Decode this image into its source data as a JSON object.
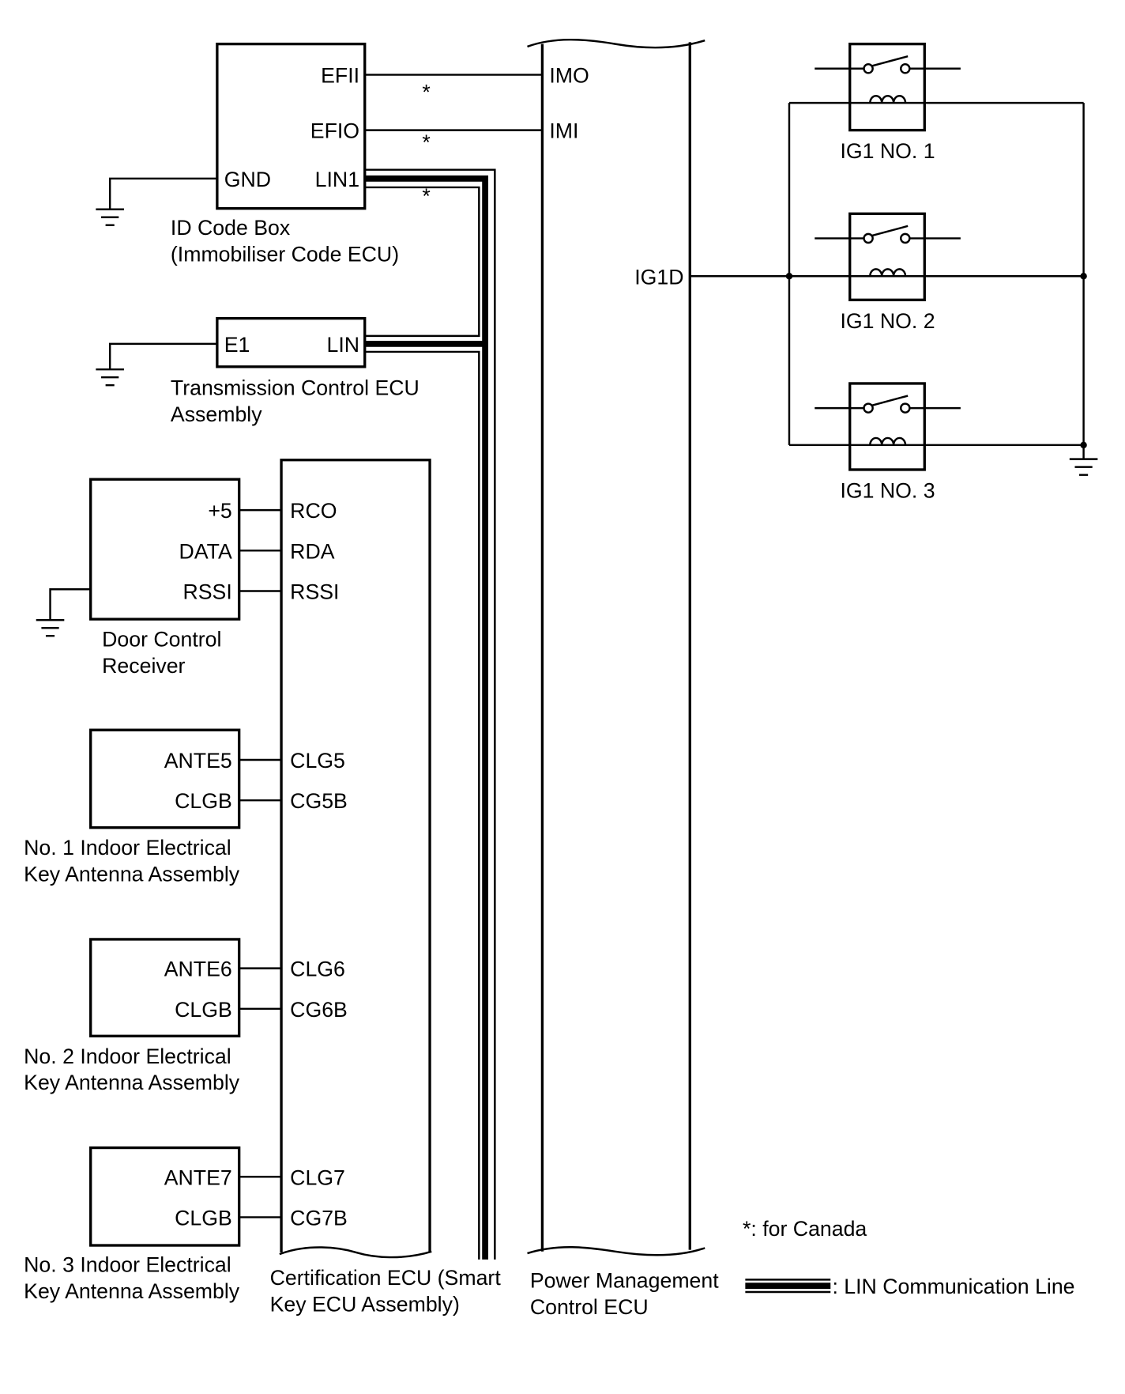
{
  "id_code_box": {
    "title": "ID Code Box",
    "subtitle": "(Immobiliser Code ECU)",
    "pins": {
      "efii": "EFII",
      "efio": "EFIO",
      "gnd": "GND",
      "lin1": "LIN1"
    }
  },
  "transmission_ecu": {
    "title_line1": "Transmission Control ECU",
    "title_line2": "Assembly",
    "pins": {
      "e1": "E1",
      "lin": "LIN"
    }
  },
  "power_management_ecu": {
    "title_line1": "Power Management",
    "title_line2": "Control ECU",
    "pins": {
      "imo": "IMO",
      "imi": "IMI",
      "ig1d": "IG1D"
    }
  },
  "relays": [
    {
      "label": "IG1 NO. 1"
    },
    {
      "label": "IG1 NO. 2"
    },
    {
      "label": "IG1 NO. 3"
    }
  ],
  "door_control_receiver": {
    "title_line1": "Door Control",
    "title_line2": "Receiver",
    "pins": {
      "plus5": "+5",
      "data": "DATA",
      "rssi": "RSSI"
    }
  },
  "certification_ecu": {
    "title_line1": "Certification ECU (Smart",
    "title_line2": "Key ECU Assembly)",
    "pins": {
      "rco": "RCO",
      "rda": "RDA",
      "rssi": "RSSI",
      "clg5": "CLG5",
      "cg5b": "CG5B",
      "clg6": "CLG6",
      "cg6b": "CG6B",
      "clg7": "CLG7",
      "cg7b": "CG7B"
    }
  },
  "antennas": [
    {
      "title_line1": "No. 1 Indoor Electrical",
      "title_line2": "Key Antenna Assembly",
      "pin_ant": "ANTE5",
      "pin_gnd": "CLGB"
    },
    {
      "title_line1": "No. 2 Indoor Electrical",
      "title_line2": "Key Antenna Assembly",
      "pin_ant": "ANTE6",
      "pin_gnd": "CLGB"
    },
    {
      "title_line1": "No. 3 Indoor Electrical",
      "title_line2": "Key Antenna Assembly",
      "pin_ant": "ANTE7",
      "pin_gnd": "CLGB"
    }
  ],
  "wire_markers": {
    "efii_imo": "*",
    "efio_imi": "*",
    "lin1": "*"
  },
  "legend": {
    "canada_note": "*: for Canada",
    "lin_line": ": LIN Communication Line"
  },
  "colors": {
    "ink": "#000000",
    "background": "#ffffff"
  }
}
